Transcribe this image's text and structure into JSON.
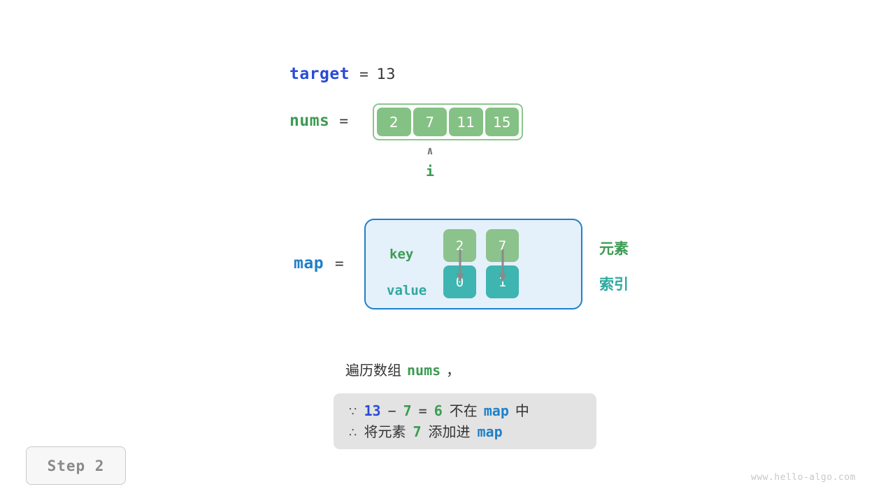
{
  "target": {
    "var_label": "target",
    "equals": "=",
    "value": "13"
  },
  "nums": {
    "var_label": "nums",
    "equals": "=",
    "cells": [
      "2",
      "7",
      "11",
      "15"
    ]
  },
  "pointer": {
    "caret": "∧",
    "label": "i",
    "index": 1
  },
  "map": {
    "var_label": "map",
    "equals": "=",
    "key_label": "key",
    "value_label": "value",
    "keys": [
      "2",
      "7"
    ],
    "values": [
      "0",
      "1"
    ],
    "legend_element": "元素",
    "legend_index": "索引"
  },
  "caption": {
    "prefix": "遍历数组",
    "code": "nums",
    "suffix": "，"
  },
  "note": {
    "line1": {
      "symbol": "∵",
      "a": "13",
      "minus": "−",
      "b": "7",
      "eq": "=",
      "c": "6",
      "text1": "不在",
      "code": "map",
      "text2": "中"
    },
    "line2": {
      "symbol": "∴",
      "text1": "将元素",
      "num": "7",
      "text2": "添加进",
      "code": "map"
    }
  },
  "step_badge": "Step 2",
  "watermark": "www.hello-algo.com",
  "colors": {
    "array_cell": "#84C184",
    "array_border": "#8CC68C",
    "map_key_cell": "#8CC28C",
    "map_value_cell": "#3EB5B0",
    "map_box_bg": "#E4F0FA",
    "map_box_border": "#2080C8",
    "blue_var": "#2A4BD7",
    "green_var": "#3C9B53",
    "lightblue_var": "#2080C8",
    "teal_text": "#2FA8A0",
    "note_bg": "#E3E3E3",
    "arrow_gray": "#8A8A8A",
    "step_text": "#8A8A8A",
    "watermark": "#C8C8C8"
  }
}
